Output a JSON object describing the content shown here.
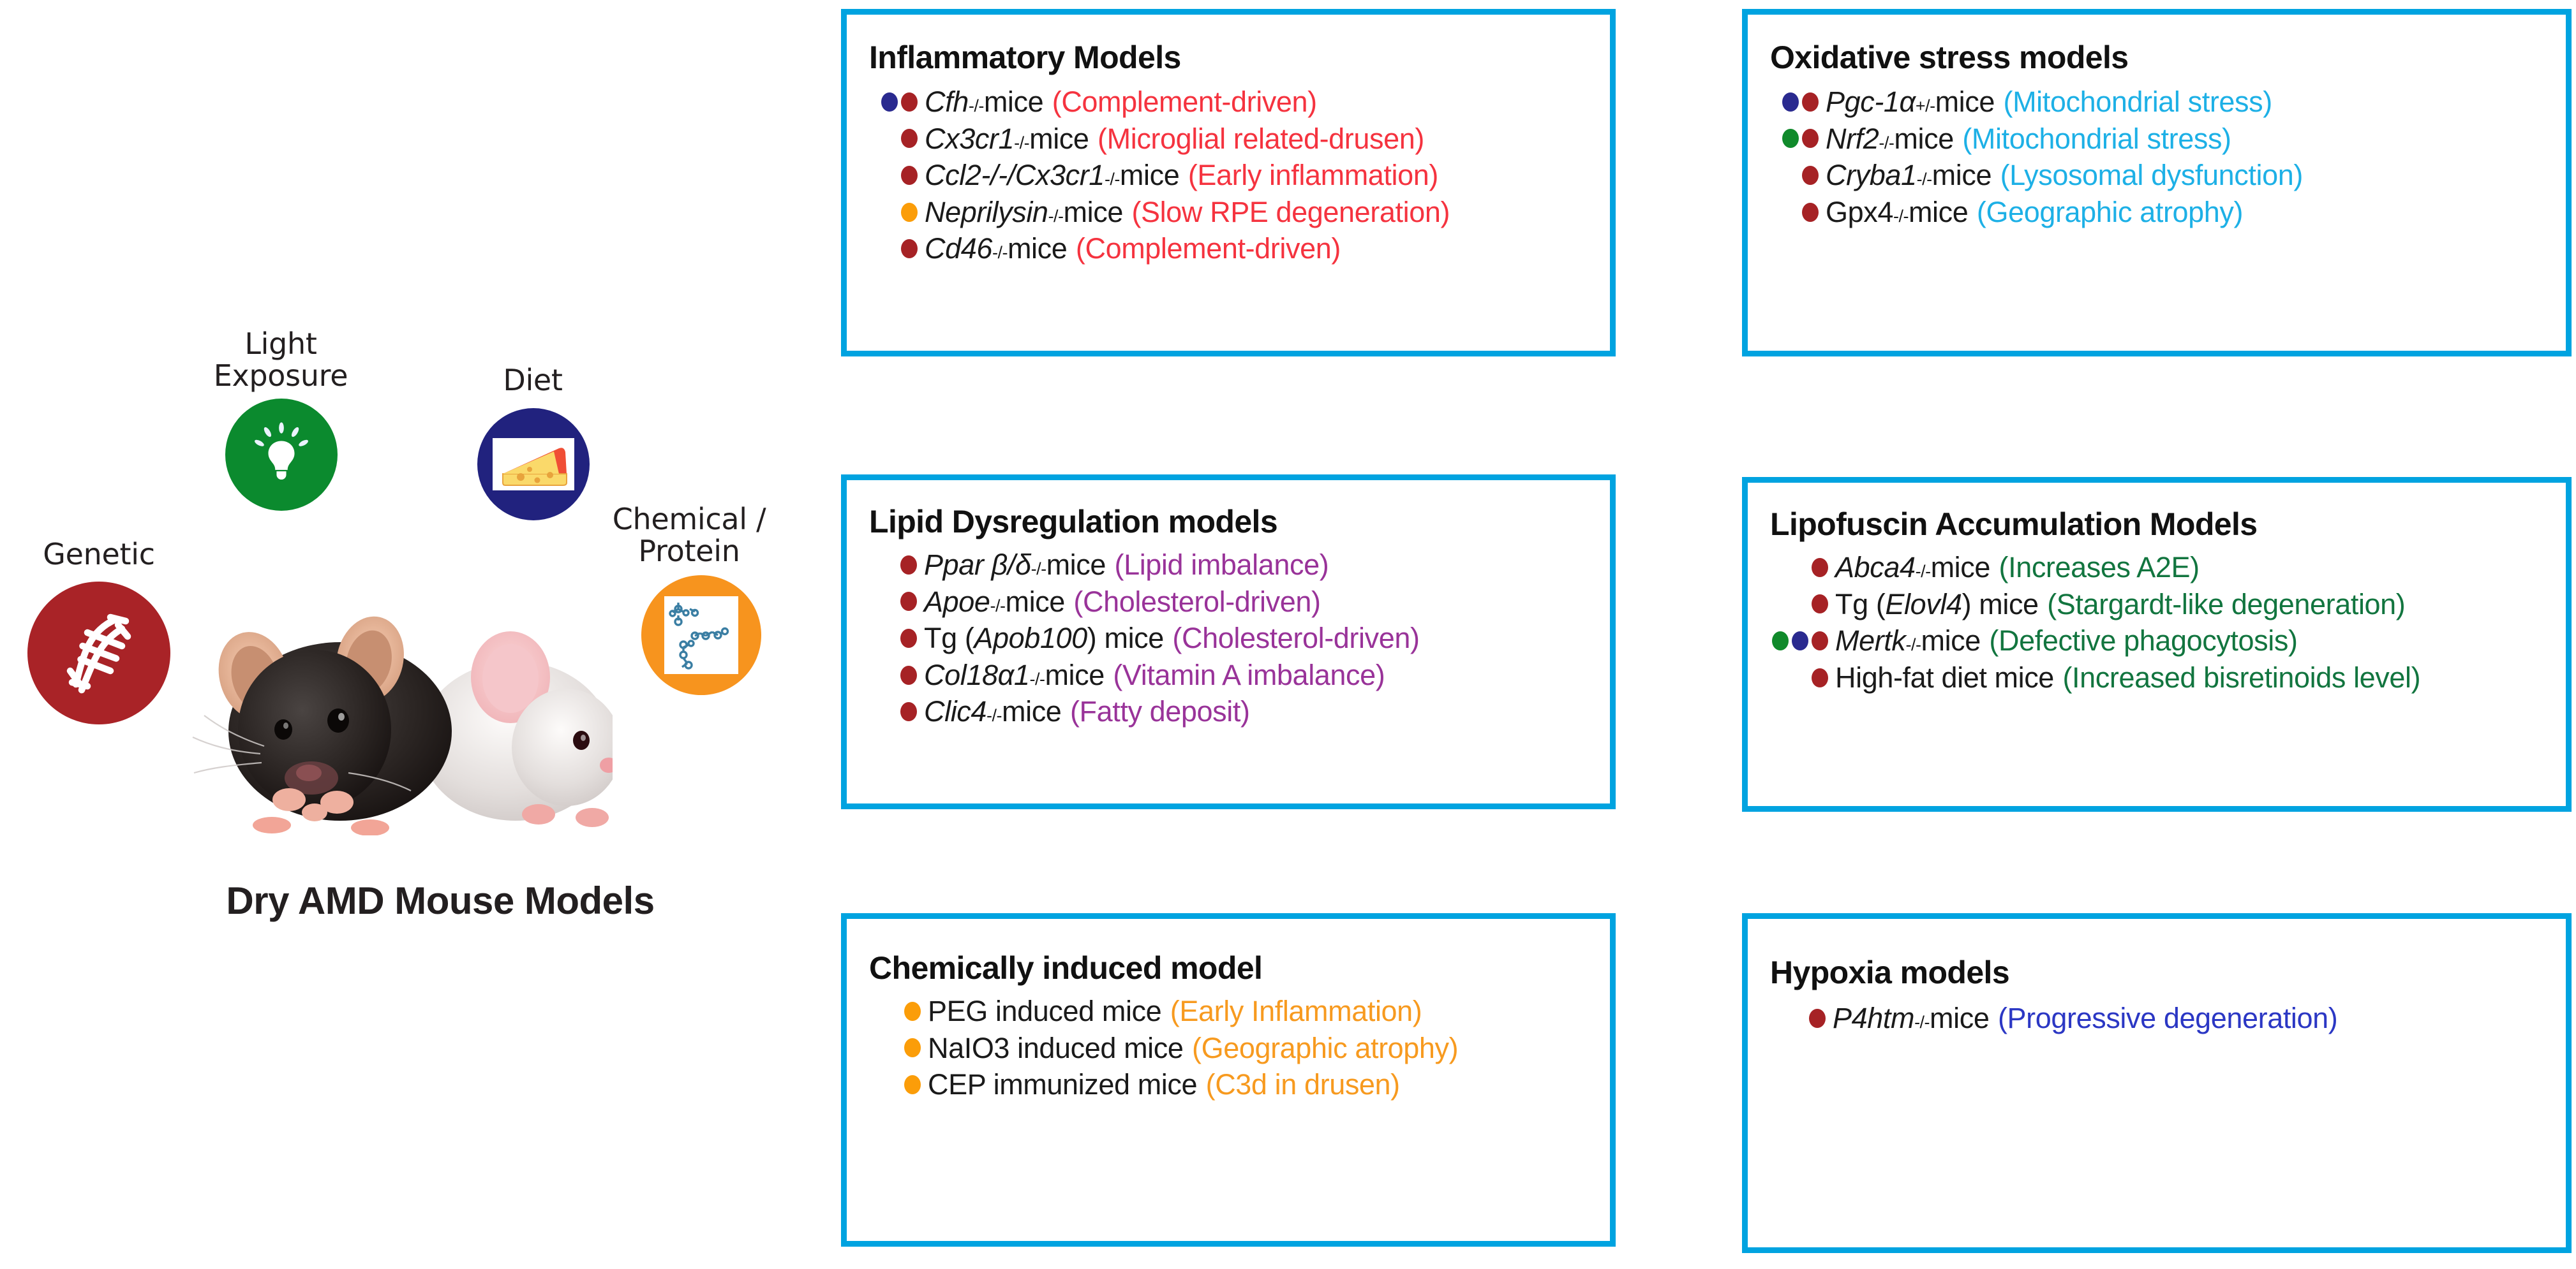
{
  "figure": {
    "caption": "Dry AMD Mouse Models",
    "accent_border": "#00a3e0"
  },
  "factors": [
    {
      "name": "Light Exposure",
      "label_line1": "Light",
      "label_line2": "Exposure",
      "icon": "lightbulb-icon",
      "color": "#0b8a2e"
    },
    {
      "name": "Diet",
      "label_line1": "Diet",
      "label_line2": "",
      "icon": "cheese-icon",
      "color": "#21227e"
    },
    {
      "name": "Genetic",
      "label_line1": "Genetic",
      "label_line2": "",
      "icon": "dna-icon",
      "color": "#a92327"
    },
    {
      "name": "Chemical / Protein",
      "label_line1": "Chemical /",
      "label_line2": "Protein",
      "icon": "molecule-icon",
      "color": "#f7941e"
    }
  ],
  "dot_colors": {
    "genetic": "#a92327",
    "light": "#0b8a2e",
    "diet": "#2a2a8f",
    "chemical": "#fb9d09"
  },
  "boxes": [
    {
      "id": "inflammatory",
      "title": "Inflammatory Models",
      "note_color": "#f5333f",
      "items": [
        {
          "dots": [
            "diet",
            "genetic"
          ],
          "gene": "Cfh",
          "sup": "-/-",
          "mid": " mice",
          "note": "(Complement-driven)"
        },
        {
          "dots": [
            "genetic"
          ],
          "gene": "Cx3cr1",
          "sup": "-/-",
          "mid": " mice",
          "note": "(Microglial related-drusen)"
        },
        {
          "dots": [
            "genetic"
          ],
          "gene": "Ccl2-/-/Cx3cr1",
          "sup": "-/-",
          "mid": "mice",
          "note": "(Early inflammation)"
        },
        {
          "dots": [
            "chemical"
          ],
          "gene": "Neprilysin",
          "sup": "-/-",
          "mid": " mice",
          "note": "(Slow RPE degeneration)"
        },
        {
          "dots": [
            "genetic"
          ],
          "gene": "Cd46",
          "sup": "-/-",
          "mid": " mice",
          "note": "(Complement-driven)"
        }
      ]
    },
    {
      "id": "oxidative",
      "title": "Oxidative stress models",
      "note_color": "#1db0e6",
      "items": [
        {
          "dots": [
            "diet",
            "genetic"
          ],
          "gene": "Pgc-1α",
          "sup": "+/-",
          "mid": " mice",
          "note": "(Mitochondrial stress)"
        },
        {
          "dots": [
            "light",
            "genetic"
          ],
          "gene": "Nrf2",
          "sup": "-/-",
          "mid": " mice",
          "note": "(Mitochondrial stress)"
        },
        {
          "dots": [
            "genetic"
          ],
          "gene": "Cryba1",
          "sup": "-/-",
          "mid": " mice",
          "note": "(Lysosomal dysfunction)"
        },
        {
          "dots": [
            "genetic"
          ],
          "plain": "Gpx4",
          "sup": "-/-",
          "mid": " mice",
          "note": "(Geographic atrophy)"
        }
      ]
    },
    {
      "id": "lipid",
      "title": "Lipid Dysregulation models",
      "note_color": "#993399",
      "items": [
        {
          "dots": [
            "genetic"
          ],
          "gene": "Ppar β/δ",
          "sup": "-/-",
          "mid": " mice",
          "note": "(Lipid imbalance)"
        },
        {
          "dots": [
            "genetic"
          ],
          "gene": "Apoe",
          "sup": "-/-",
          "mid": " mice",
          "note": "(Cholesterol-driven)"
        },
        {
          "dots": [
            "genetic"
          ],
          "plain": "Tg (",
          "gene2": "Apob100",
          "plain2": ") mice",
          "note": "(Cholesterol-driven)"
        },
        {
          "dots": [
            "genetic"
          ],
          "gene": "Col18α1",
          "sup": "-/-",
          "mid": " mice",
          "note": "(Vitamin A imbalance)"
        },
        {
          "dots": [
            "genetic"
          ],
          "gene": "Clic4",
          "sup": "-/-",
          "mid": " mice",
          "note": "(Fatty deposit)"
        }
      ]
    },
    {
      "id": "lipofuscin",
      "title": "Lipofuscin Accumulation Models",
      "note_color": "#12753f",
      "items": [
        {
          "dots": [
            "genetic"
          ],
          "gene": "Abca4",
          "sup": "-/-",
          "mid": " mice",
          "note": "(Increases A2E)"
        },
        {
          "dots": [
            "genetic"
          ],
          "plain": "Tg (",
          "gene2": "Elovl4",
          "plain2": ") mice",
          "note": "(Stargardt-like degeneration)"
        },
        {
          "dots": [
            "light",
            "diet",
            "genetic"
          ],
          "gene": "Mertk",
          "sup": "-/-",
          "mid": " mice",
          "note": "(Defective phagocytosis)"
        },
        {
          "dots": [
            "genetic"
          ],
          "plain": "High-fat diet mice",
          "note": "(Increased bisretinoids level)"
        }
      ]
    },
    {
      "id": "chemical",
      "title": "Chemically induced model",
      "note_color": "#f79a1f",
      "items": [
        {
          "dots": [
            "chemical"
          ],
          "plain": "PEG induced mice",
          "note": "(Early Inflammation)"
        },
        {
          "dots": [
            "chemical"
          ],
          "plain": "NaIO3 induced mice",
          "note": "(Geographic atrophy)"
        },
        {
          "dots": [
            "chemical"
          ],
          "plain": "CEP immunized mice",
          "note": "(C3d in drusen)"
        }
      ]
    },
    {
      "id": "hypoxia",
      "title": "Hypoxia models",
      "note_color": "#2b37c4",
      "items": [
        {
          "dots": [
            "genetic"
          ],
          "gene": "P4htm",
          "sup": "-/-",
          "mid": " mice",
          "note": "(Progressive degeneration)"
        }
      ]
    }
  ]
}
